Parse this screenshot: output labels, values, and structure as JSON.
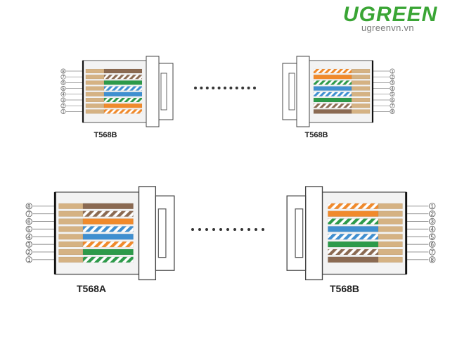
{
  "brand": {
    "logo_text": "UGREEN",
    "url": "ugreenvn.vn",
    "logo_color": "#3aa535"
  },
  "wire_colors": {
    "orange": "#f08a2c",
    "green": "#2d9a4a",
    "blue": "#3f8fd0",
    "brown": "#8b6a52",
    "white": "#ffffff",
    "copper": "#d5b283"
  },
  "standards": {
    "T568B": [
      "orange-white",
      "orange",
      "green-white",
      "blue",
      "blue-white",
      "green",
      "brown-white",
      "brown"
    ],
    "T568A": [
      "green-white",
      "green",
      "orange-white",
      "blue",
      "blue-white",
      "orange",
      "brown-white",
      "brown"
    ]
  },
  "pin_labels": [
    "1",
    "2",
    "3",
    "4",
    "5",
    "6",
    "7",
    "8"
  ],
  "connectors": [
    {
      "label": "T568B",
      "standard": "T568B",
      "orientation": "left"
    },
    {
      "label": "T568B",
      "standard": "T568B",
      "orientation": "right"
    },
    {
      "label": "T568A",
      "standard": "T568A",
      "orientation": "left"
    },
    {
      "label": "T568B",
      "standard": "T568B",
      "orientation": "right"
    }
  ],
  "links": [
    {
      "from": 0,
      "to": 1,
      "style": "dotted"
    },
    {
      "from": 2,
      "to": 3,
      "style": "dotted"
    }
  ]
}
